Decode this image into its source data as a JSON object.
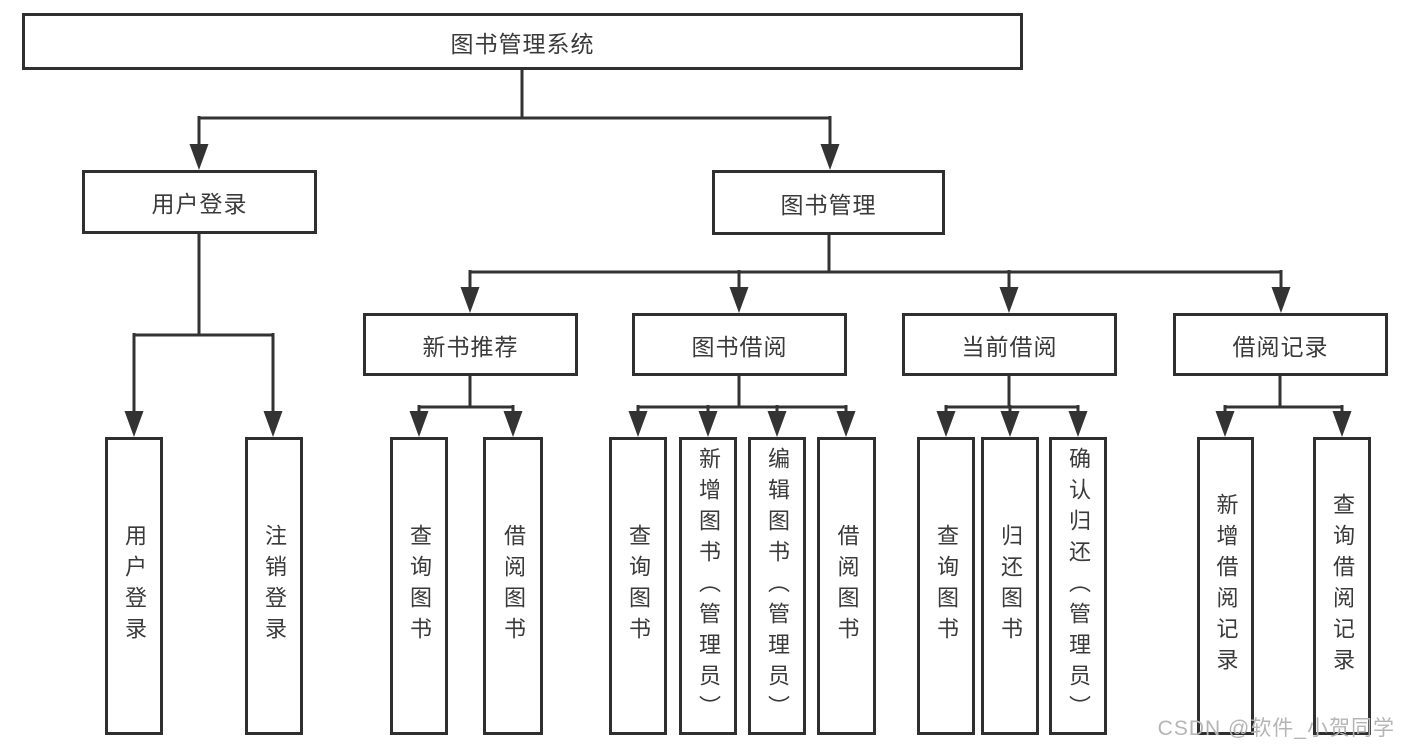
{
  "diagram": {
    "root": {
      "label": "图书管理系统"
    },
    "level2": [
      {
        "id": "user-login",
        "label": "用户登录"
      },
      {
        "id": "book-management",
        "label": "图书管理"
      }
    ],
    "level3": [
      {
        "id": "new-book-recommend",
        "label": "新书推荐",
        "parent": "图书管理"
      },
      {
        "id": "book-borrowing",
        "label": "图书借阅",
        "parent": "图书管理"
      },
      {
        "id": "current-borrowing",
        "label": "当前借阅",
        "parent": "图书管理"
      },
      {
        "id": "borrowing-records",
        "label": "借阅记录",
        "parent": "图书管理"
      }
    ],
    "leaves": [
      {
        "parent": "用户登录",
        "label": "用户登录"
      },
      {
        "parent": "用户登录",
        "label": "注销登录"
      },
      {
        "parent": "新书推荐",
        "label": "查询图书"
      },
      {
        "parent": "新书推荐",
        "label": "借阅图书"
      },
      {
        "parent": "图书借阅",
        "label": "查询图书"
      },
      {
        "parent": "图书借阅",
        "label": "新增图书（管理员）"
      },
      {
        "parent": "图书借阅",
        "label": "编辑图书（管理员）"
      },
      {
        "parent": "图书借阅",
        "label": "借阅图书"
      },
      {
        "parent": "当前借阅",
        "label": "查询图书"
      },
      {
        "parent": "当前借阅",
        "label": "归还图书"
      },
      {
        "parent": "当前借阅",
        "label": "确认归还（管理员）"
      },
      {
        "parent": "借阅记录",
        "label": "新增借阅记录"
      },
      {
        "parent": "借阅记录",
        "label": "查询借阅记录"
      }
    ],
    "watermark": "CSDN @软件_小贺同学",
    "colors": {
      "line": "#333333",
      "box_border": "#2f2f2f",
      "text": "#3a3a3a",
      "background": "#ffffff",
      "watermark": "#b5b5b5"
    }
  }
}
